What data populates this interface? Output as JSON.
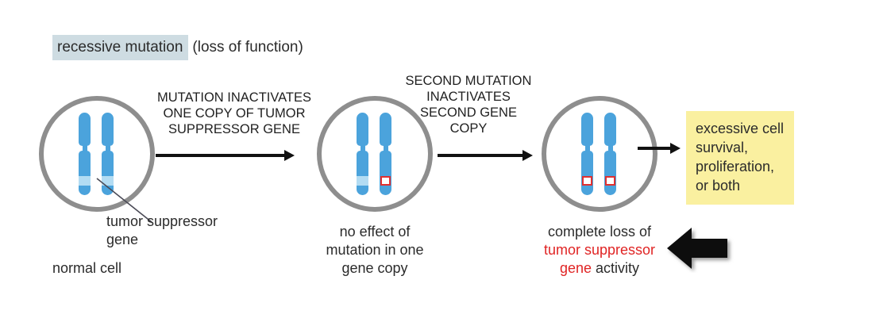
{
  "header": {
    "highlighted_term": "recessive mutation",
    "qualifier": "(loss of function)"
  },
  "steps": [
    {
      "name": "mutation-inactivates-one-copy",
      "lines": [
        "MUTATION INACTIVATES",
        "ONE COPY OF TUMOR",
        "SUPPRESSOR GENE"
      ]
    },
    {
      "name": "second-mutation-inactivates-second-copy",
      "lines": [
        "SECOND MUTATION",
        "INACTIVATES",
        "SECOND GENE",
        "COPY"
      ]
    }
  ],
  "cells": [
    {
      "name": "normal-cell",
      "caption_lines": [
        "normal cell"
      ],
      "left_chromosome": {
        "marker": "band"
      },
      "right_chromosome": {
        "marker": "band"
      }
    },
    {
      "name": "heterozygous-cell",
      "caption_lines": [
        "no effect of",
        "mutation in one",
        "gene copy"
      ],
      "left_chromosome": {
        "marker": "band"
      },
      "right_chromosome": {
        "marker": "mutation"
      }
    },
    {
      "name": "homozygous-mutant-cell",
      "caption_lines": [
        "complete loss of",
        "tumor suppressor",
        "gene activity"
      ],
      "caption_red_text": "tumor suppressor gene",
      "left_chromosome": {
        "marker": "mutation"
      },
      "right_chromosome": {
        "marker": "mutation"
      }
    }
  ],
  "cell3_caption": {
    "line1": "complete loss of",
    "line2_red": "tumor suppressor",
    "line3_red": "gene",
    "line3_rest": " activity"
  },
  "annotations": {
    "gene_label_line1": "tumor suppressor",
    "gene_label_line2": "gene",
    "normal_cell_label": "normal cell"
  },
  "outcome": {
    "lines": [
      "excessive cell",
      "survival,",
      "proliferation,",
      "or both"
    ]
  },
  "colors": {
    "chromosome_blue": "#4ba3dc",
    "gene_band_light_blue": "#b3dcf3",
    "mutation_outline_red": "#e03030",
    "cell_membrane_gray": "#8e8e8e",
    "highlight_blue_gray": "#cedce2",
    "outcome_yellow": "#faf0a0",
    "red_text": "#e02424",
    "arrow_black": "#111111"
  }
}
